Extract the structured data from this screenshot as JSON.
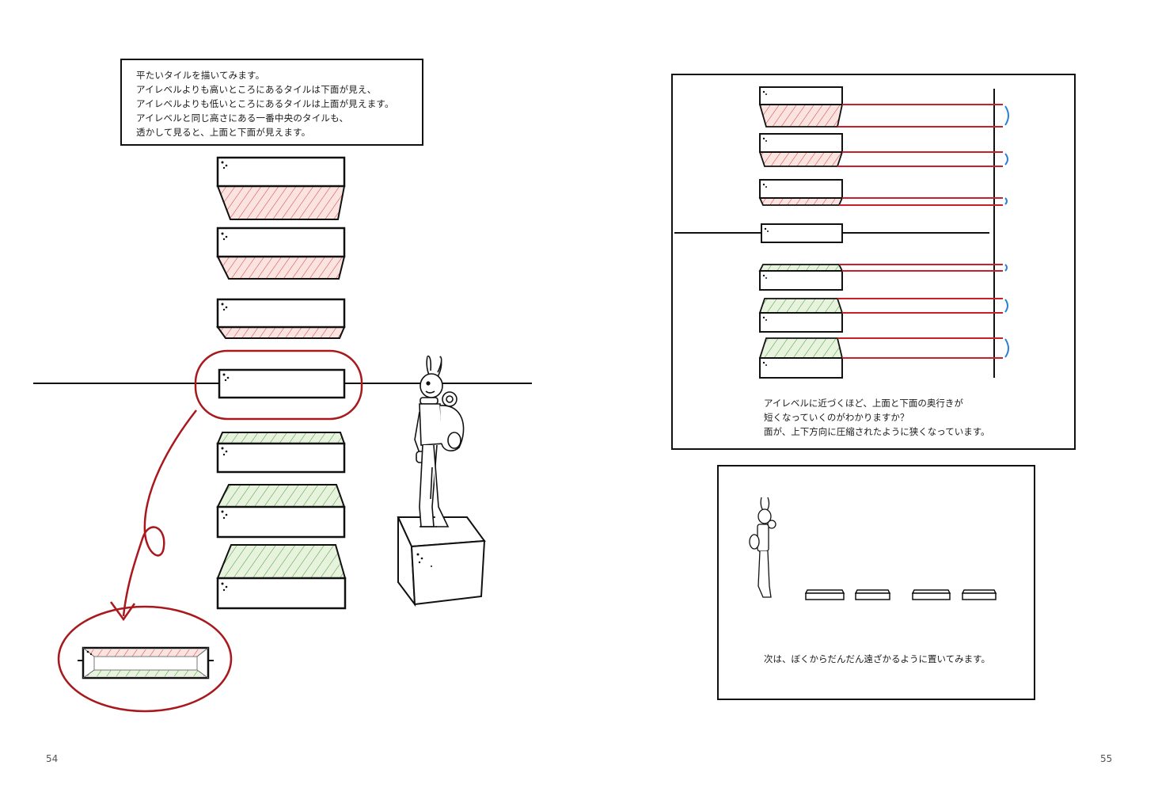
{
  "left_page": {
    "page_number": "54",
    "intro_lines": [
      "平たいタイルを描いてみます。",
      "アイレベルよりも高いところにあるタイルは下面が見え、",
      "アイレベルよりも低いところにあるタイルは上面が見えます。",
      "アイレベルと同じ高さにある一番中央のタイルも、",
      "透かして見ると、上面と下面が見えます。"
    ]
  },
  "right_page": {
    "page_number": "55",
    "panel1_lines": [
      "アイレベルに近づくほど、上面と下面の奥行きが",
      "短くなっていくのがわかりますか？",
      "面が、上下方向に圧縮されたように狭くなっています。"
    ],
    "panel2_text": "次は、ぼくからだんだん遠ざかるように置いてみます。"
  },
  "colors": {
    "ink": "#111111",
    "underside_hatch": "#d2383a",
    "topside_hatch": "#3f9a3a",
    "topside_fill": "#e7f3dd",
    "underside_fill": "#fbe4e0",
    "guide_red": "#c8202a",
    "circle_red": "#a8181c",
    "bracket_blue": "#2d7fd1"
  }
}
